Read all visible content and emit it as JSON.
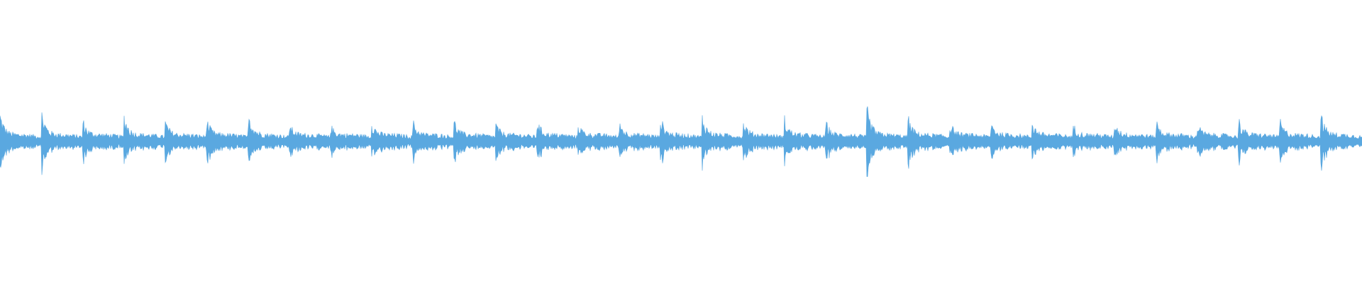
{
  "waveform": {
    "color": "#5aa8e0",
    "background": "#ffffff",
    "segment_count": 33,
    "envelope": {
      "baseline_amplitude": 0.03,
      "onset_amplitudes": [
        0.16,
        0.18,
        0.13,
        0.16,
        0.12,
        0.13,
        0.2,
        0.11,
        0.1,
        0.12,
        0.12,
        0.12,
        0.11,
        0.13,
        0.11,
        0.12,
        0.14,
        0.16,
        0.13,
        0.14,
        0.12,
        0.2,
        0.14,
        0.12,
        0.12,
        0.12,
        0.1,
        0.12,
        0.13,
        0.11,
        0.14,
        0.13,
        0.16
      ]
    }
  }
}
